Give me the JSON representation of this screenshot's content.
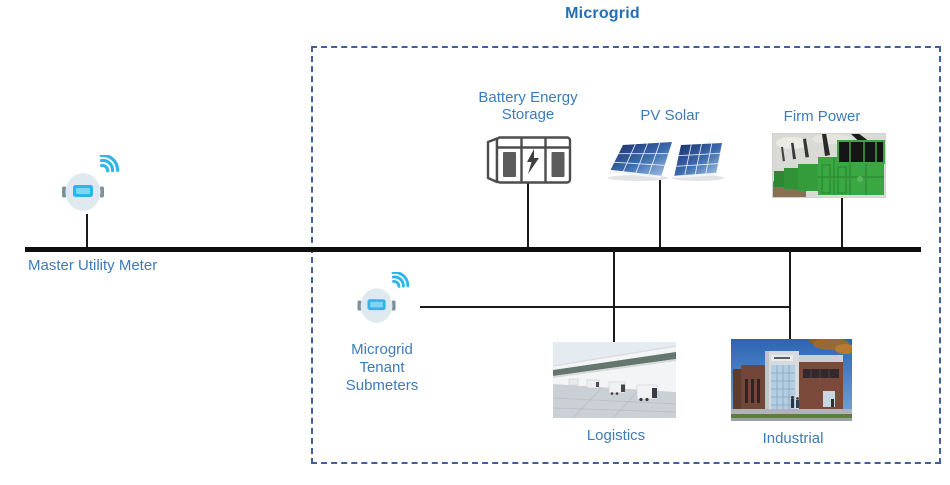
{
  "title": "Microgrid",
  "colors": {
    "accent_blue": "#2470b4",
    "label_blue": "#3e7bba",
    "boundary_dash": "#3f5f9e",
    "bus_black": "#0e0e0e",
    "meter_cyan": "#2fb5e8"
  },
  "nodes": {
    "master_meter": {
      "label": "Master Utility Meter",
      "icon": "smart-meter-icon"
    },
    "battery": {
      "label": "Battery Energy Storage",
      "icon": "battery-storage-icon"
    },
    "pv_solar": {
      "label": "PV Solar",
      "icon": "solar-panels-image"
    },
    "firm_power": {
      "label": "Firm Power",
      "icon": "generators-image"
    },
    "tenant_submeters": {
      "label": "Microgrid Tenant Submeters",
      "icon": "smart-meter-icon"
    },
    "logistics": {
      "label": "Logistics",
      "icon": "warehouse-image"
    },
    "industrial": {
      "label": "Industrial",
      "icon": "industrial-building-image"
    }
  }
}
